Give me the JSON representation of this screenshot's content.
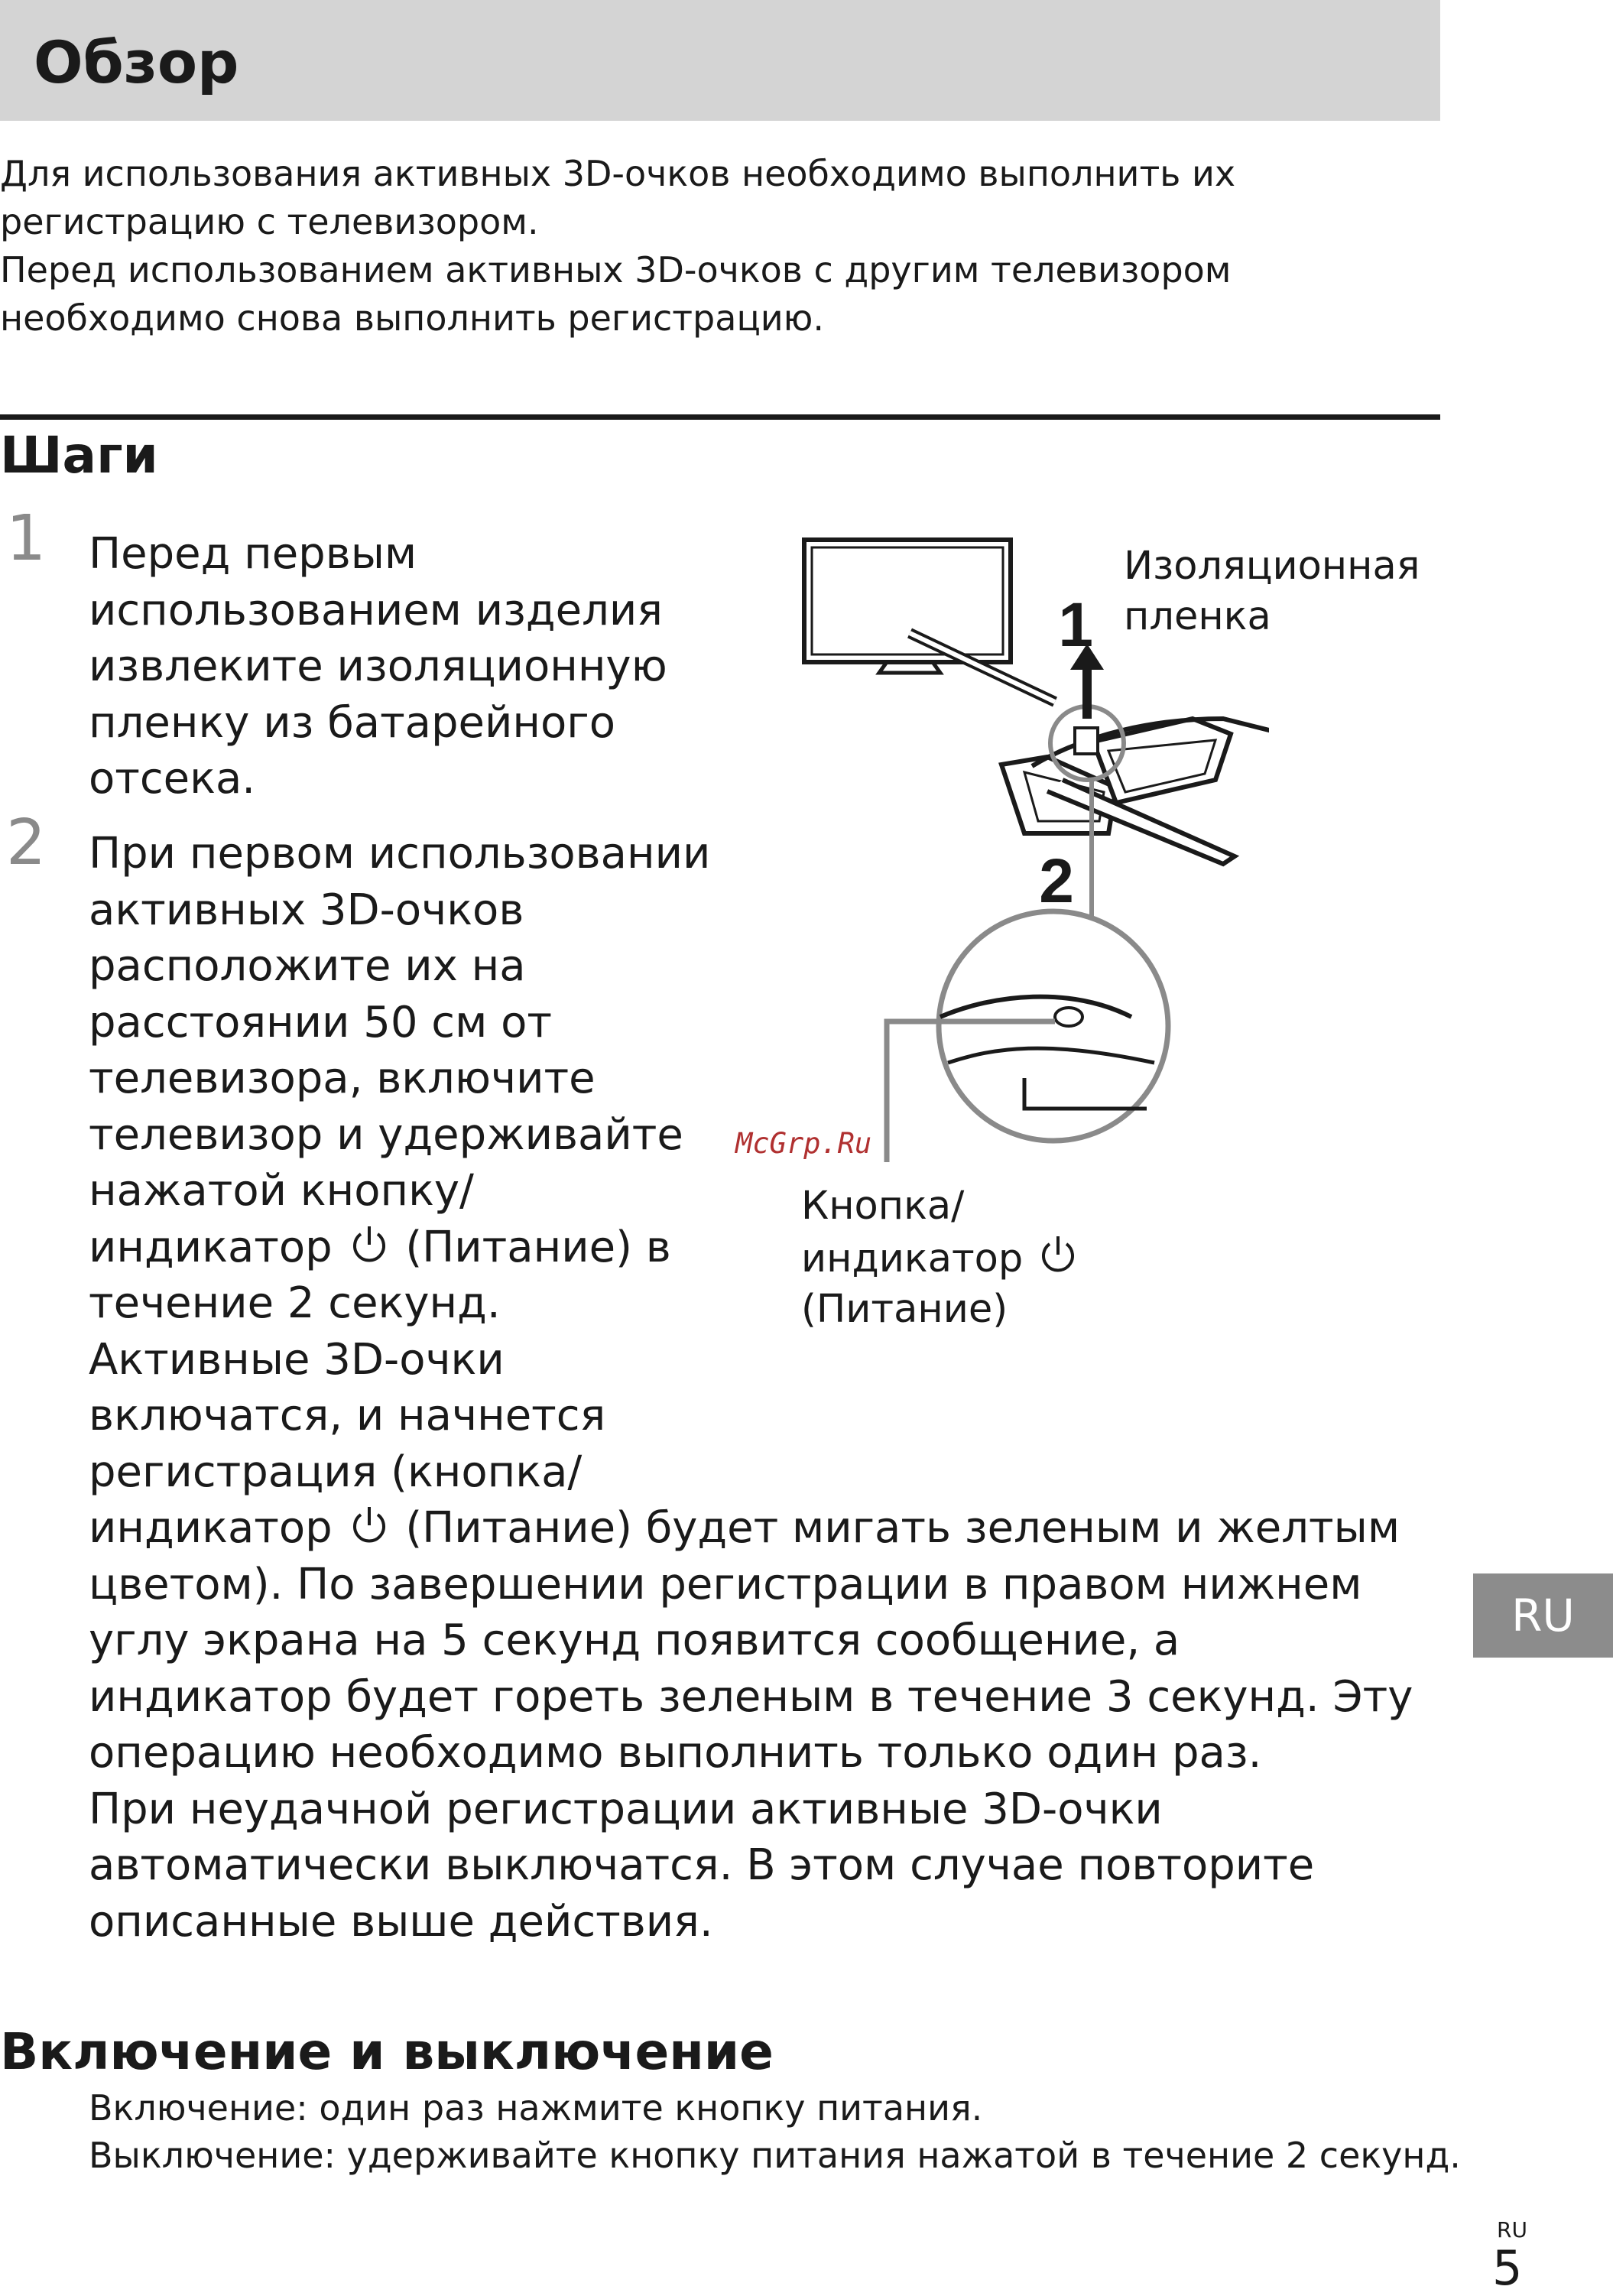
{
  "header": {
    "title": "Обзор"
  },
  "intro": {
    "lines": [
      "Для использования активных 3D-очков необходимо выполнить их",
      "регистрацию с телевизором.",
      "Перед использованием активных 3D-очков с другим телевизором",
      "необходимо снова выполнить регистрацию."
    ]
  },
  "steps_section": {
    "title": "Шаги",
    "step1": {
      "number": "1",
      "lines": [
        "Перед первым",
        "использованием изделия",
        "извлеките изоляционную",
        "пленку из батарейного",
        "отсека."
      ]
    },
    "step2": {
      "number": "2",
      "lines": [
        "При первом использовании",
        "активных 3D-очков",
        "расположите их на",
        "расстоянии 50 см от",
        "телевизора, включите",
        "телевизор и удерживайте",
        "нажатой кнопку/"
      ],
      "line_indicator_a": "индикатор",
      "line_indicator_b": "(Питание) в",
      "lines_mid": [
        "течение 2 секунд.",
        "Активные 3D-очки",
        "включатся, и начнется",
        "регистрация (кнопка/"
      ],
      "line_indicator2_a": "индикатор",
      "line_indicator2_b": "(Питание) будет мигать зеленым и желтым",
      "lines_end": [
        "цветом). По завершении регистрации в правом нижнем",
        "углу экрана на 5 секунд появится сообщение, а",
        "индикатор будет гореть зеленым в течение 3 секунд. Эту",
        "операцию необходимо выполнить только один раз.",
        "При неудачной регистрации активные 3D-очки",
        "автоматически выключатся. В этом случае повторите",
        "описанные выше действия."
      ]
    }
  },
  "illustration": {
    "callout_film": [
      "Изоляционная",
      "пленка"
    ],
    "callout_button_a": "Кнопка/",
    "callout_button_b": "индикатор",
    "callout_button_c": "(Питание)",
    "arrow1": "1",
    "arrow2": "2"
  },
  "watermark": "McGrp.Ru",
  "onoff_section": {
    "title": "Включение и выключение",
    "lines": [
      "Включение: один раз нажмите кнопку питания.",
      "Выключение: удерживайте кнопку питания нажатой в течение 2 секунд."
    ]
  },
  "side_tab": "RU",
  "page_footer": {
    "lang": "RU",
    "page": "5"
  }
}
